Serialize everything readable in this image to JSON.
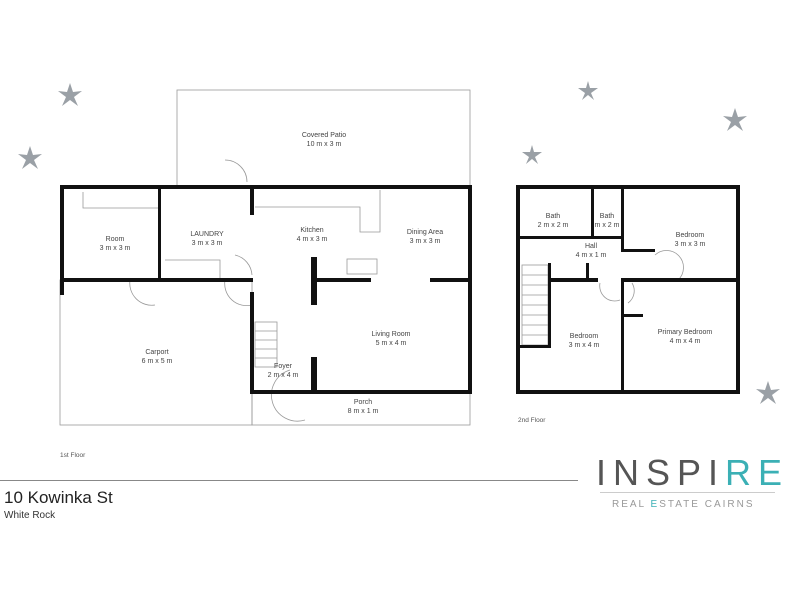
{
  "floors": {
    "first": {
      "label": "1st Floor",
      "rooms": [
        {
          "name": "Covered Patio",
          "size": "10 m x 3 m"
        },
        {
          "name": "Room",
          "size": "3 m x 3 m"
        },
        {
          "name": "LAUNDRY",
          "size": "3 m x 3 m"
        },
        {
          "name": "Kitchen",
          "size": "4 m x 3 m"
        },
        {
          "name": "Dining Area",
          "size": "3 m x 3 m"
        },
        {
          "name": "Carport",
          "size": "6 m x 5 m"
        },
        {
          "name": "Living Room",
          "size": "5 m x 4 m"
        },
        {
          "name": "Foyer",
          "size": "2 m x 4 m"
        },
        {
          "name": "Porch",
          "size": "8 m x 1 m"
        }
      ]
    },
    "second": {
      "label": "2nd Floor",
      "rooms": [
        {
          "name": "Bath",
          "size": "2 m x 2 m"
        },
        {
          "name": "Bath",
          "size": "m x 2 m"
        },
        {
          "name": "Hall",
          "size": "4 m x 1 m"
        },
        {
          "name": "Bedroom",
          "size": "3 m x 3 m"
        },
        {
          "name": "Bedroom",
          "size": "3 m x 4 m"
        },
        {
          "name": "Primary Bedroom",
          "size": "4 m x 4 m"
        }
      ]
    }
  },
  "property": {
    "address": "10 Kowinka St",
    "suburb": "White Rock"
  },
  "brand": {
    "name_main": "INSPI",
    "name_accent": "RE",
    "tag_a": "REAL ",
    "tag_b": "E",
    "tag_c": "STATE CAIRNS",
    "accent": "#3bb0b5"
  }
}
